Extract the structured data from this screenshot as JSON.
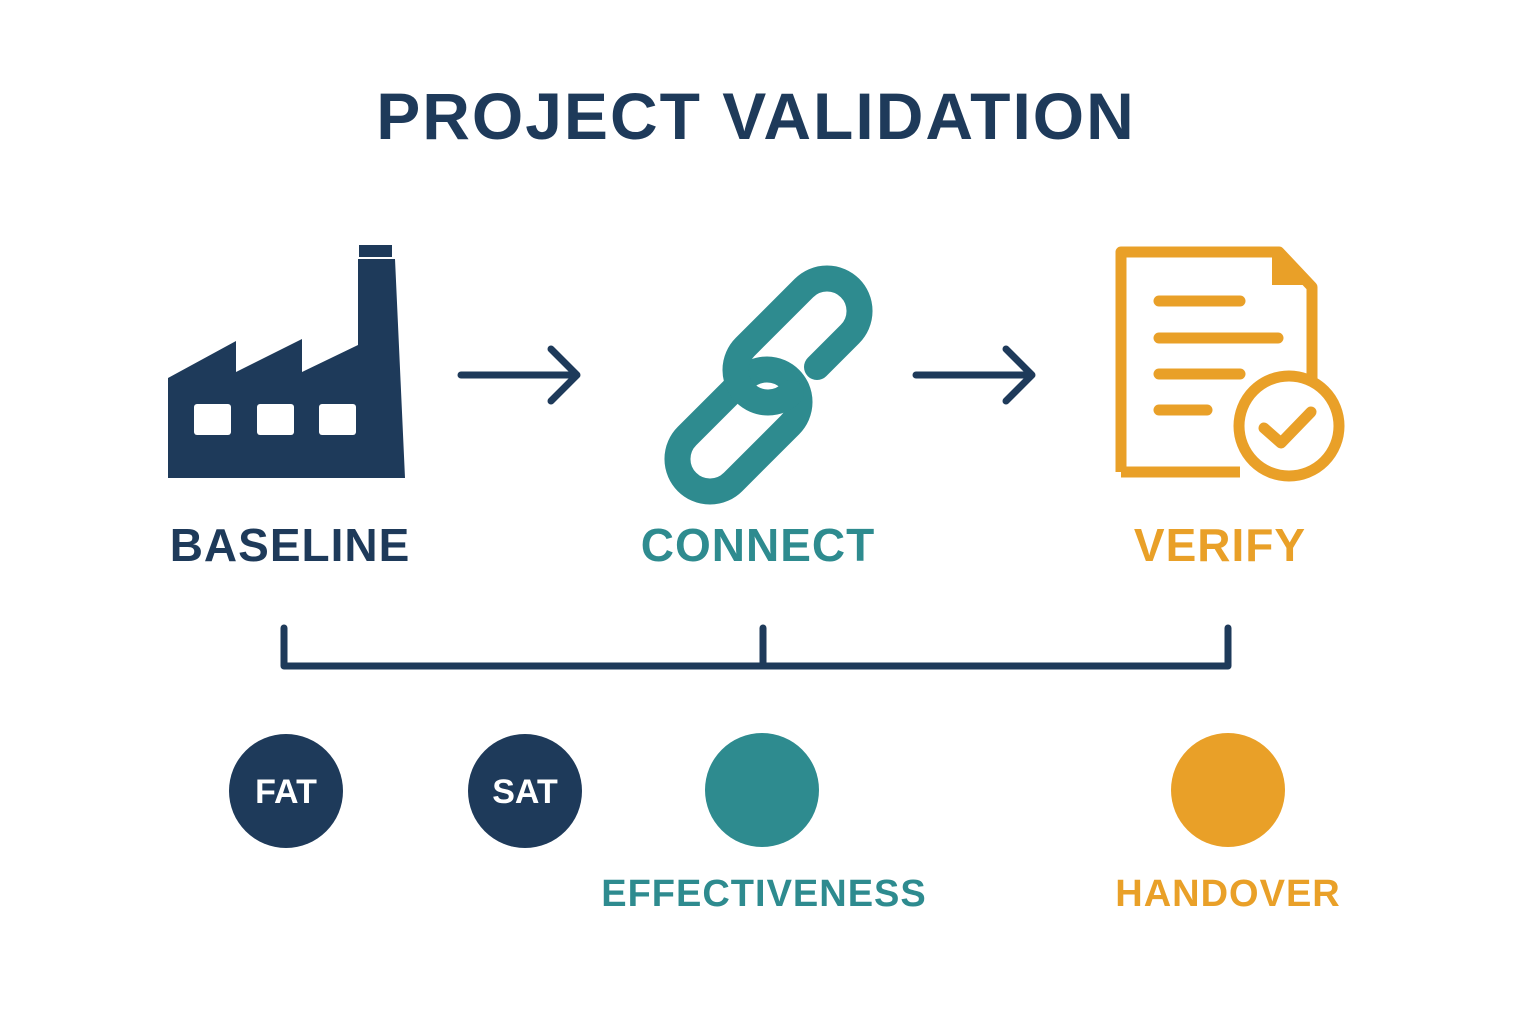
{
  "title": "PROJECT VALIDATION",
  "colors": {
    "navy": "#1e3a5a",
    "teal": "#2e8b8f",
    "orange": "#e9a028",
    "background": "#ffffff"
  },
  "stages": [
    {
      "label": "BASELINE",
      "icon": "factory-icon",
      "color": "#1e3a5a"
    },
    {
      "label": "CONNECT",
      "icon": "chain-link-icon",
      "color": "#2e8b8f"
    },
    {
      "label": "VERIFY",
      "icon": "document-check-icon",
      "color": "#e9a028"
    }
  ],
  "connectors": [
    "arrow-right-icon",
    "arrow-right-icon"
  ],
  "milestones": [
    {
      "text": "FAT",
      "color": "#1e3a5a"
    },
    {
      "text": "SAT",
      "color": "#1e3a5a"
    },
    {
      "text": "",
      "color": "#2e8b8f"
    },
    {
      "text": "",
      "color": "#e9a028"
    }
  ],
  "milestone_labels": [
    {
      "text": "EFFECTIVENESS",
      "color": "#2e8b8f"
    },
    {
      "text": "HANDOVER",
      "color": "#e9a028"
    }
  ]
}
